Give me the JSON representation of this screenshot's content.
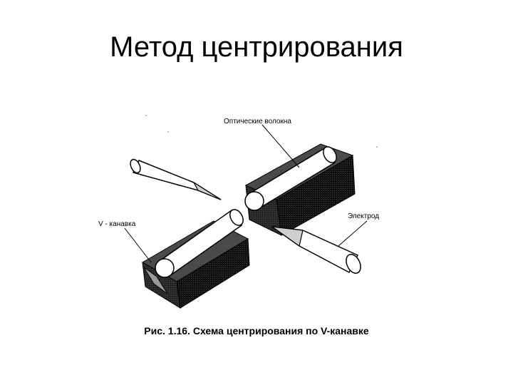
{
  "slide": {
    "title": "Метод центрирования"
  },
  "figure": {
    "labels": {
      "fibers": "Оптические волокна",
      "electrode": "Электрод",
      "v_groove": "V - канавка"
    },
    "caption": "Рис. 1.16. Схема центрирования по V-канавке"
  }
}
